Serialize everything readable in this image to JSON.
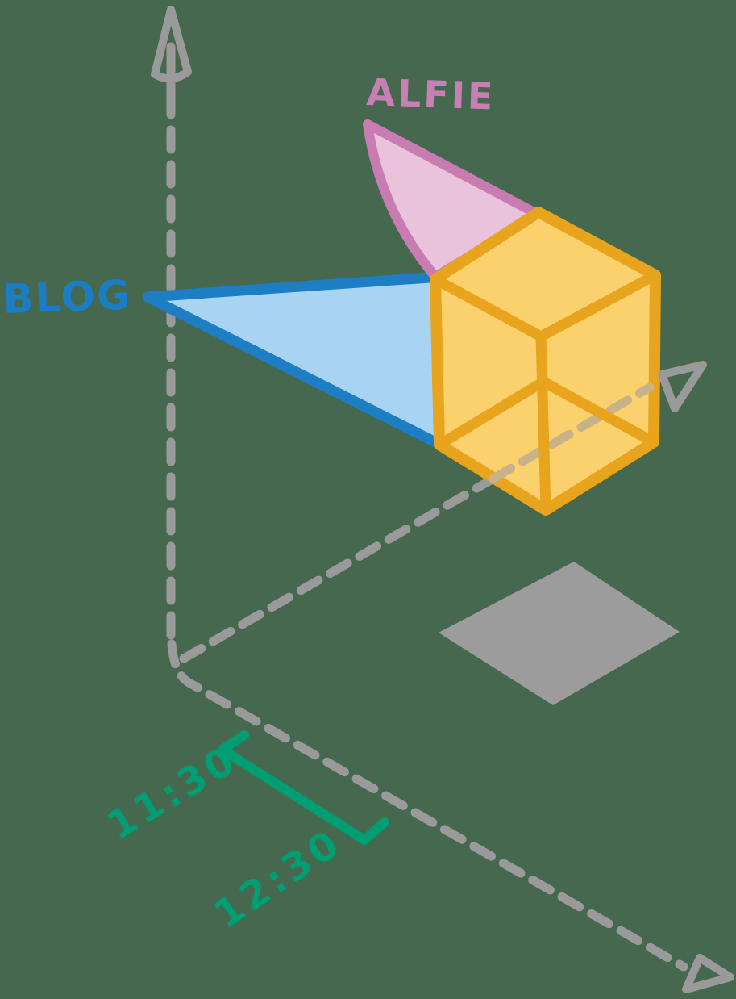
{
  "figure": {
    "type": "hand-drawn-3d-diagram",
    "background_color": "#45684F",
    "labels": {
      "alfie": "ALFIE",
      "blog": "BLOG",
      "time_start": "11:30",
      "time_end": "12:30"
    },
    "colors": {
      "axis_gray": "#9A9A9A",
      "shadow_gray": "#9C9C9C",
      "axis_through_cube_tan": "#C8B287",
      "cube_fill": "#FBD16E",
      "cube_stroke": "#E8A41C",
      "alfie_triangle_fill": "#E9C3DC",
      "alfie_triangle_stroke": "#C87CB1",
      "alfie_label_color": "#C77FB4",
      "blog_triangle_fill": "#A8D4F1",
      "blog_triangle_stroke": "#1D7EC4",
      "blog_label_color": "#1B7EC4",
      "bracket_green": "#009E73"
    }
  }
}
